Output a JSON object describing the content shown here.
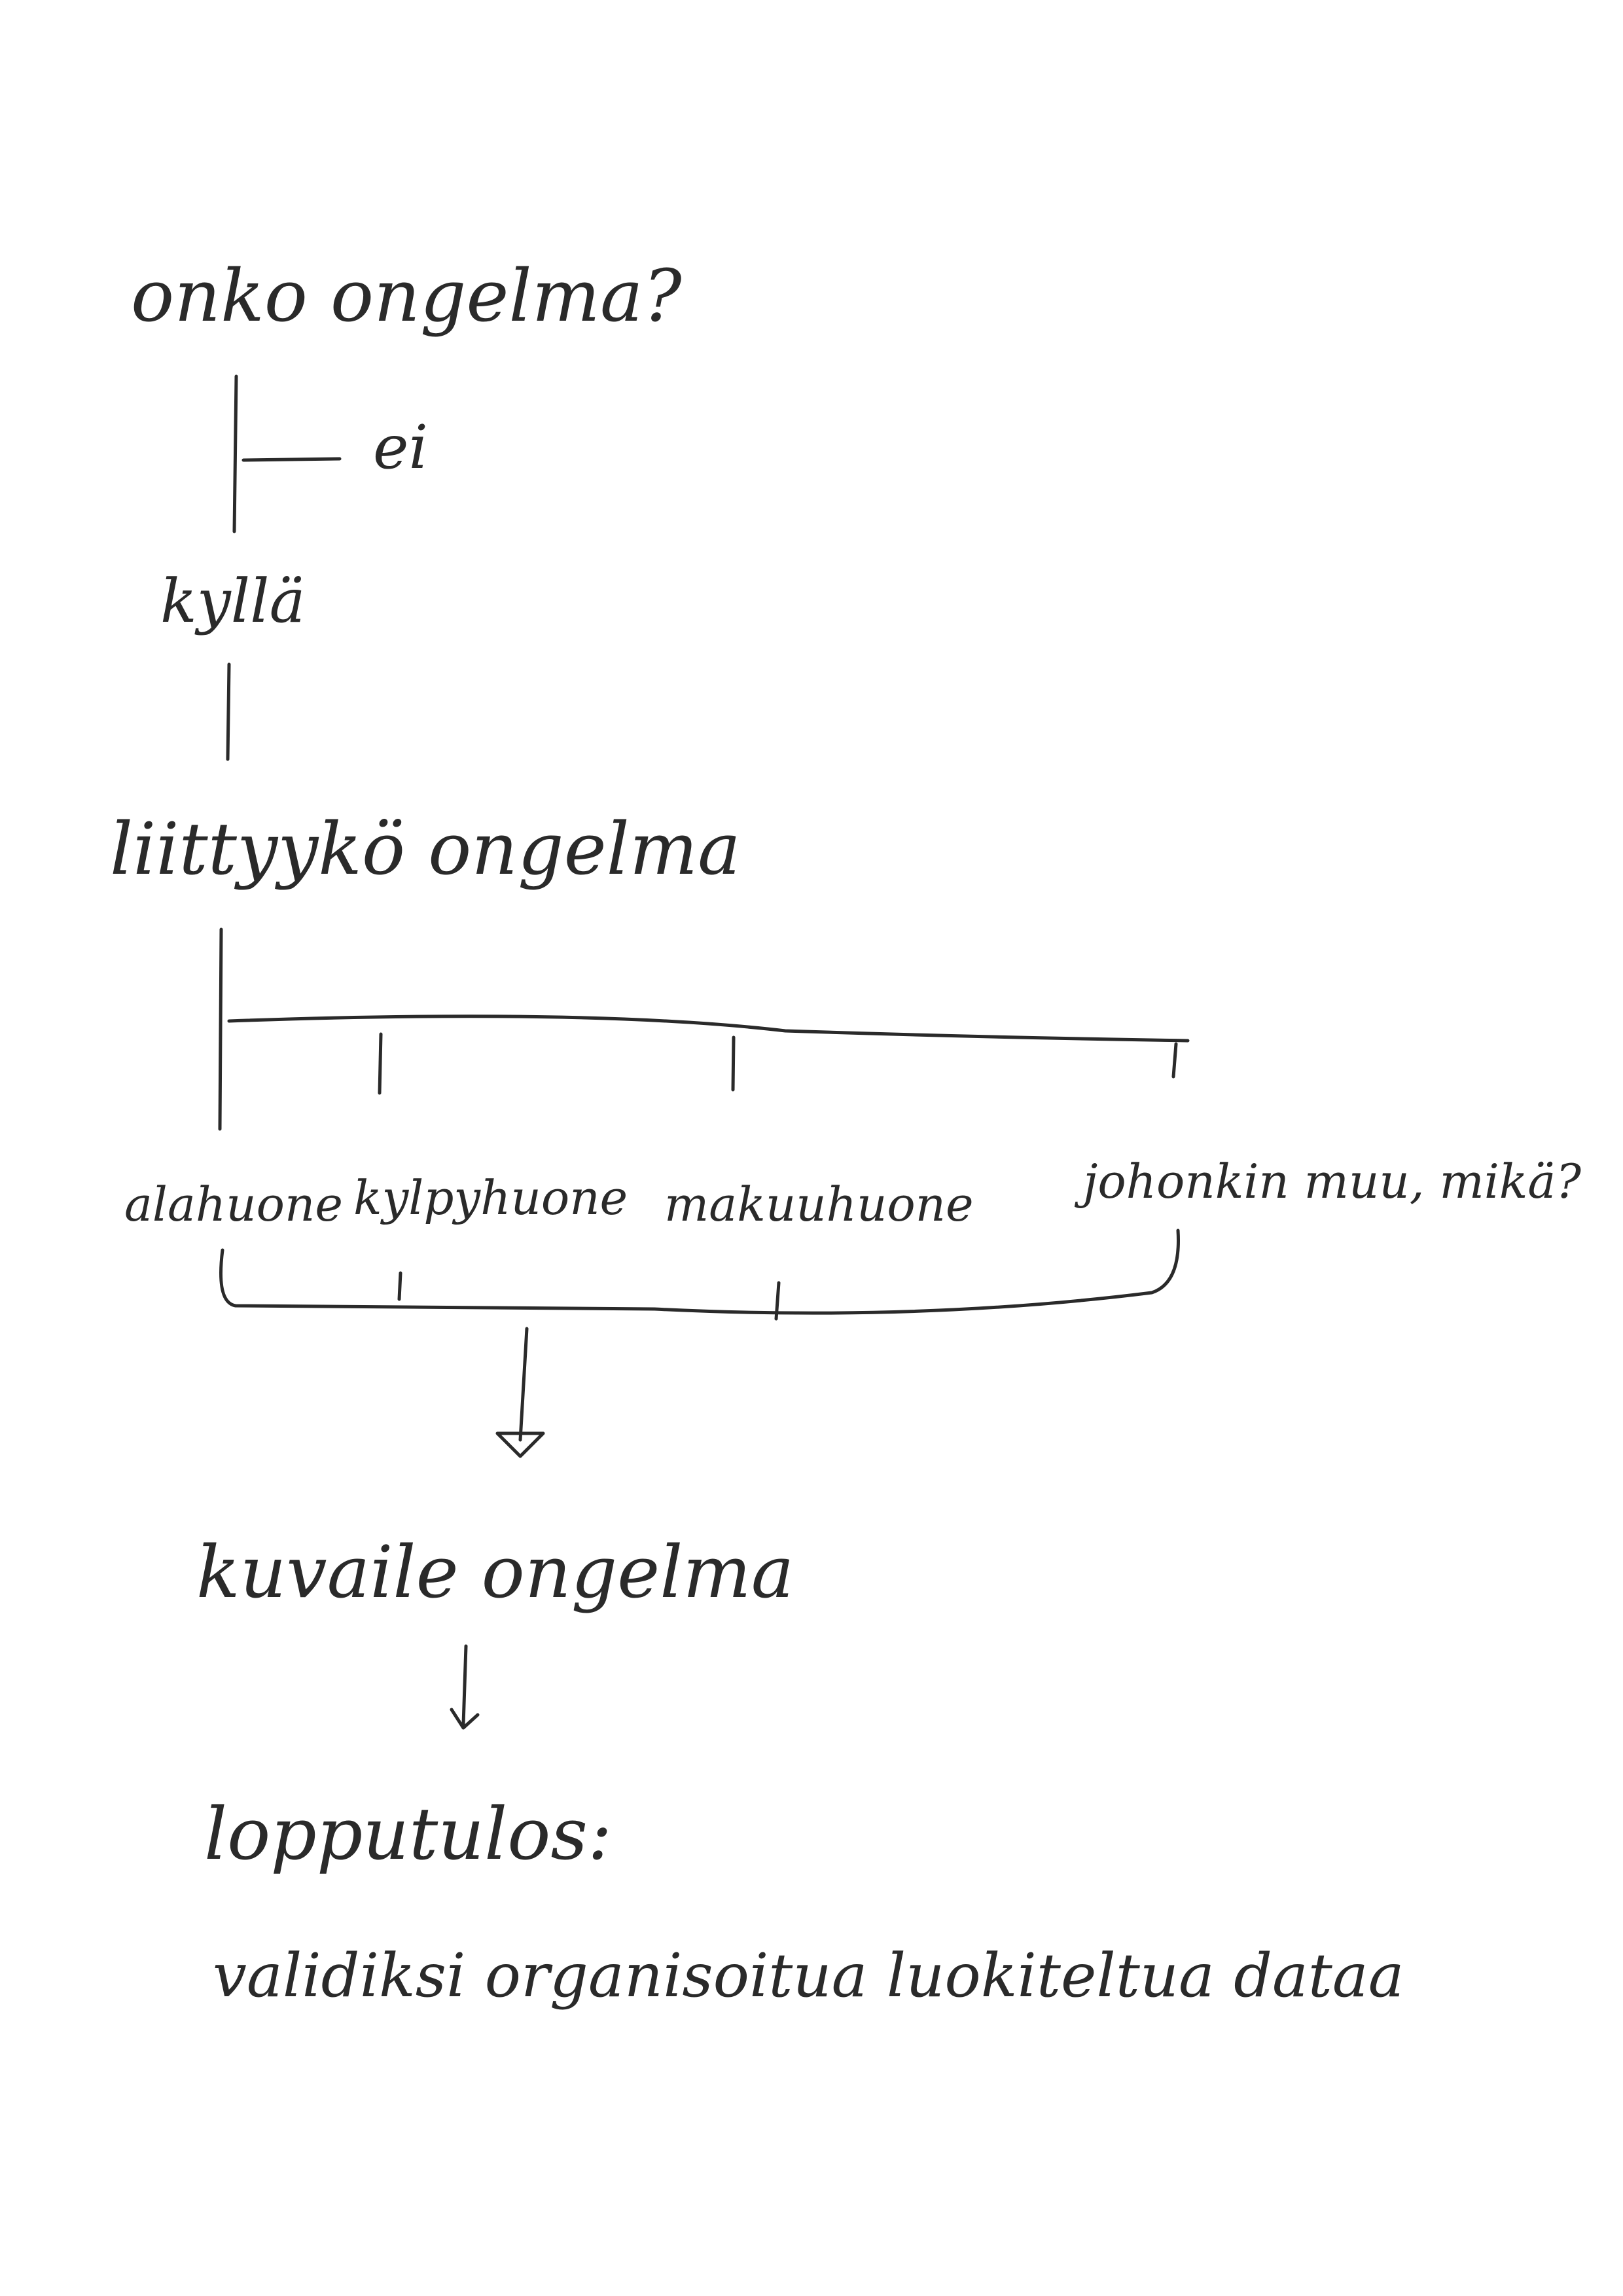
{
  "diagram": {
    "question": "onko ongelma?",
    "no": "ei",
    "yes": "kyllä",
    "related_question": "liittyykö ongelma",
    "options": [
      "alahuone",
      "kylpyhuone",
      "makuuhuone",
      "johonkin muu, mikä?"
    ],
    "describe": "kuvaile ongelma",
    "result_label": "lopputulos:",
    "result_text": "validiksi organisoitua luokiteltua dataa"
  }
}
